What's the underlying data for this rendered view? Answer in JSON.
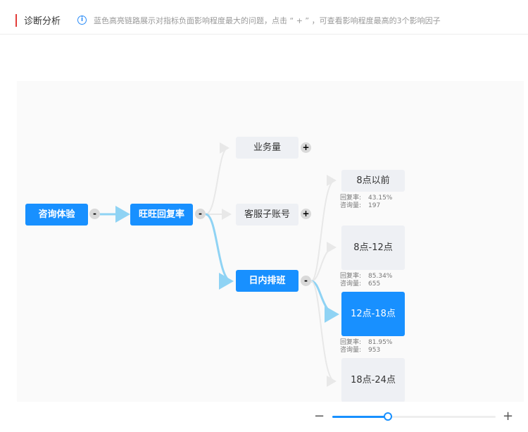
{
  "header": {
    "title": "诊断分析",
    "hint": "蓝色高亮链路展示对指标负面影响程度最大的问题，点击 “ + ” ，可查看影响程度最高的3个影响因子"
  },
  "tree": {
    "root": {
      "label": "咨询体验",
      "toggle": "-"
    },
    "level1": {
      "label": "旺旺回复率",
      "toggle": "-"
    },
    "level2": [
      {
        "label": "业务量",
        "toggle": "+",
        "highlight": false
      },
      {
        "label": "客服子账号",
        "toggle": "+",
        "highlight": false
      },
      {
        "label": "日内排班",
        "toggle": "-",
        "highlight": true
      }
    ],
    "level3": [
      {
        "label": "8点以前",
        "reply_label": "回复率:",
        "reply": "43.15%",
        "volume_label": "咨询量:",
        "volume": "197",
        "highlight": false
      },
      {
        "label": "8点-12点",
        "reply_label": "回复率:",
        "reply": "85.34%",
        "volume_label": "咨询量:",
        "volume": "655",
        "highlight": false
      },
      {
        "label": "12点-18点",
        "reply_label": "回复率:",
        "reply": "81.95%",
        "volume_label": "咨询量:",
        "volume": "953",
        "highlight": true
      },
      {
        "label": "18点-24点",
        "highlight": false
      }
    ]
  },
  "zoom": {
    "minus": "−",
    "plus": "+",
    "level": 0.34
  },
  "colors": {
    "accent": "#1890ff",
    "highlight_edge": "#8fd3f4",
    "edge": "#e8e8e8",
    "title_bar": "#e23c39"
  }
}
